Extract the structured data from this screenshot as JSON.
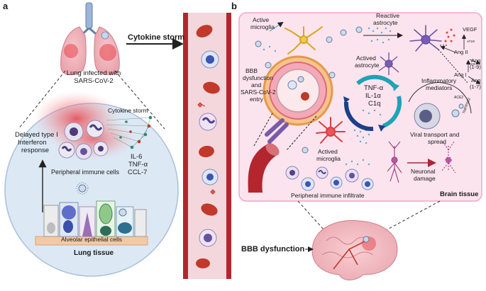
{
  "panel_a": {
    "letter": "a",
    "lung_caption_line1": "Lung infected with",
    "lung_caption_line2": "SARS-CoV-2",
    "cytokine_storm_small": "Cytokine storm",
    "delayed_line1": "Delayed type I",
    "delayed_line2": "Interferon",
    "delayed_line3": "response",
    "il6": "IL-6",
    "tnf": "TNF-α",
    "ccl7": "CCL-7",
    "peripheral_immune_cells": "Peripheral immune cells",
    "alveolar_cells": "Alveolar epithelial cells",
    "lung_tissue": "Lung tissue"
  },
  "center": {
    "cytokine_storm": "Cytokine storm"
  },
  "panel_b": {
    "letter": "b",
    "active_microglia_line1": "Active",
    "active_microglia_line2": "microglia",
    "reactive_astrocyte_line1": "Reactive",
    "reactive_astrocyte_line2": "astrocyte",
    "actived_astrocyte_line1": "Actived",
    "actived_astrocyte_line2": "astrocyte",
    "bbb_line1": "BBB",
    "bbb_line2": "dysfunction",
    "bbb_line3": "and",
    "bbb_line4": "SARS-CoV-2",
    "bbb_line5": "entry",
    "cyto_tnf": "TNF-α",
    "cyto_il1": "IL-1α",
    "cyto_c1q": "C1q",
    "inflammatory_line1": "Inflammatory",
    "inflammatory_line2": "mediators",
    "viral_line1": "Viral transport and",
    "viral_line2": "spread",
    "ace2": "ACE2",
    "tmprss2": "TMPRSS2",
    "vegf": "VEGF",
    "ang_ii": "Ang II",
    "ang_i": "Ang I",
    "ang_1_9_line1": "Ang",
    "ang_1_9_line2": "(1-9)",
    "ang_1_7_line1": "Ang",
    "ang_1_7_line2": "(1-7)",
    "at1r": "AT1R",
    "ace": "ACE",
    "actived_microglia_line1": "Actived",
    "actived_microglia_line2": "microglia",
    "neuronal_line1": "Neuronal",
    "neuronal_line2": "damage",
    "peripheral_infiltrate": "Peripheral immune infiltrate",
    "brain_tissue": "Brain tissue"
  },
  "bottom": {
    "bbb_dysfunction": "BBB dysfunction"
  },
  "colors": {
    "panel_b_bg": "#fbe4ee",
    "panel_b_border": "#f2a7c4",
    "vessel_red": "#b3262e",
    "rbc": "#c0392b",
    "lung_circle": "#dbe7f3",
    "arrow_cycle": "#1fa3b5",
    "arrow_cycle_dark": "#1b3f8b"
  }
}
